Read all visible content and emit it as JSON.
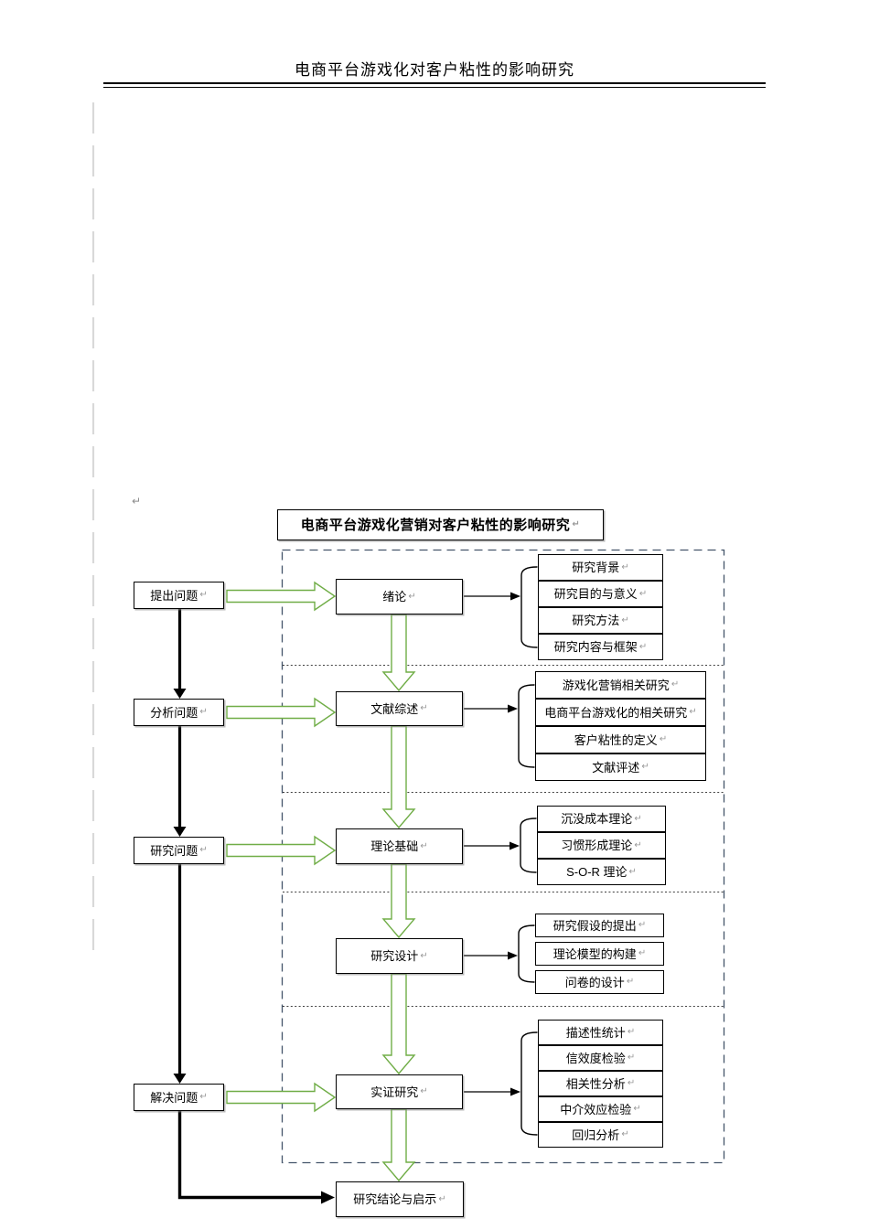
{
  "header": {
    "title": "电商平台游戏化对客户粘性的影响研究"
  },
  "marks": {
    "return": "↵"
  },
  "flowchart": {
    "title": "电商平台游戏化营销对客户粘性的影响研究",
    "left_steps": [
      "提出问题",
      "分析问题",
      "研究问题",
      "解决问题"
    ],
    "chapters": [
      "绪论",
      "文献综述",
      "理论基础",
      "研究设计",
      "实证研究"
    ],
    "conclusion": "研究结论与启示",
    "groups": [
      [
        "研究背景",
        "研究目的与意义",
        "研究方法",
        "研究内容与框架"
      ],
      [
        "游戏化营销相关研究",
        "电商平台游戏化的相关研究",
        "客户粘性的定义",
        "文献评述"
      ],
      [
        "沉没成本理论",
        "习惯形成理论",
        "S-O-R 理论"
      ],
      [
        "研究假设的提出",
        "理论模型的构建",
        "问卷的设计"
      ],
      [
        "描述性统计",
        "信效度检验",
        "相关性分析",
        "中介效应检验",
        "回归分析"
      ]
    ],
    "colors": {
      "arrow_green": "#70ad47",
      "container_dash": "#44546a",
      "separator_dots": "#404040",
      "flow_black": "#000000",
      "guide_gray": "#d9d9d9",
      "mark_gray": "#999999"
    }
  }
}
